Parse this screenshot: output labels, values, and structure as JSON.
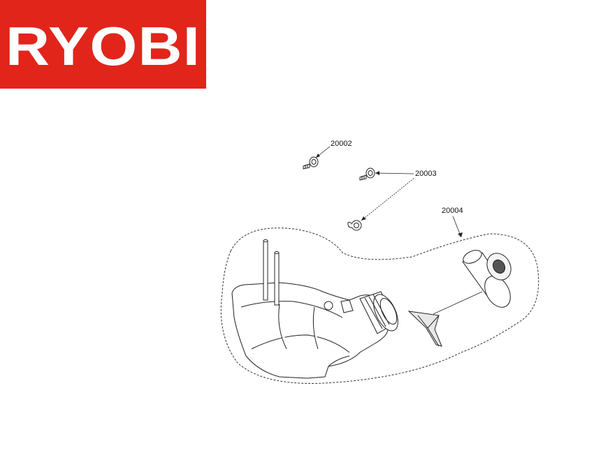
{
  "brand": {
    "logo_text": "RYOBI",
    "color": "#e1251b"
  },
  "parts": [
    {
      "id": "p1",
      "number": "20002"
    },
    {
      "id": "p2",
      "number": "20003"
    },
    {
      "id": "p3",
      "number": "20004"
    }
  ]
}
